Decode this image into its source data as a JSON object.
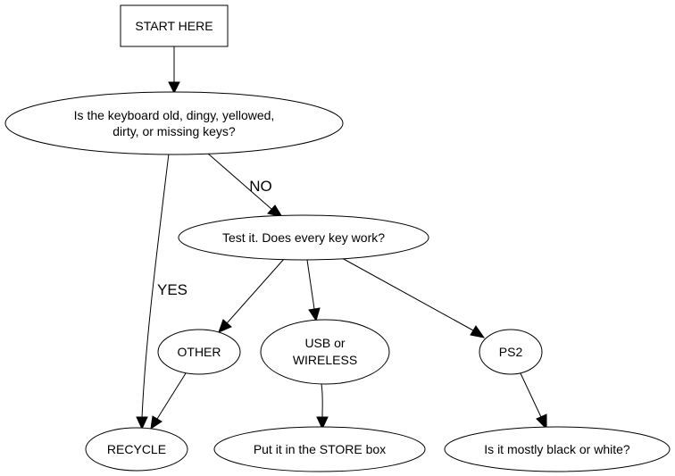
{
  "nodes": {
    "start": [
      "START HERE"
    ],
    "old_question": [
      "Is the keyboard old, dingy, yellowed,",
      "dirty, or missing keys?"
    ],
    "test_question": [
      "Test it. Does every key work?"
    ],
    "other": [
      "OTHER"
    ],
    "usb_wireless": [
      "USB or",
      "WIRELESS"
    ],
    "ps2": [
      "PS2"
    ],
    "recycle": [
      "RECYCLE"
    ],
    "store": [
      "Put it in the STORE box"
    ],
    "color_question": [
      "Is it mostly black or white?"
    ]
  },
  "edges": {
    "no_label": "NO",
    "yes_label": "YES"
  },
  "colors": {
    "stroke": "#000000",
    "fill": "#ffffff"
  }
}
